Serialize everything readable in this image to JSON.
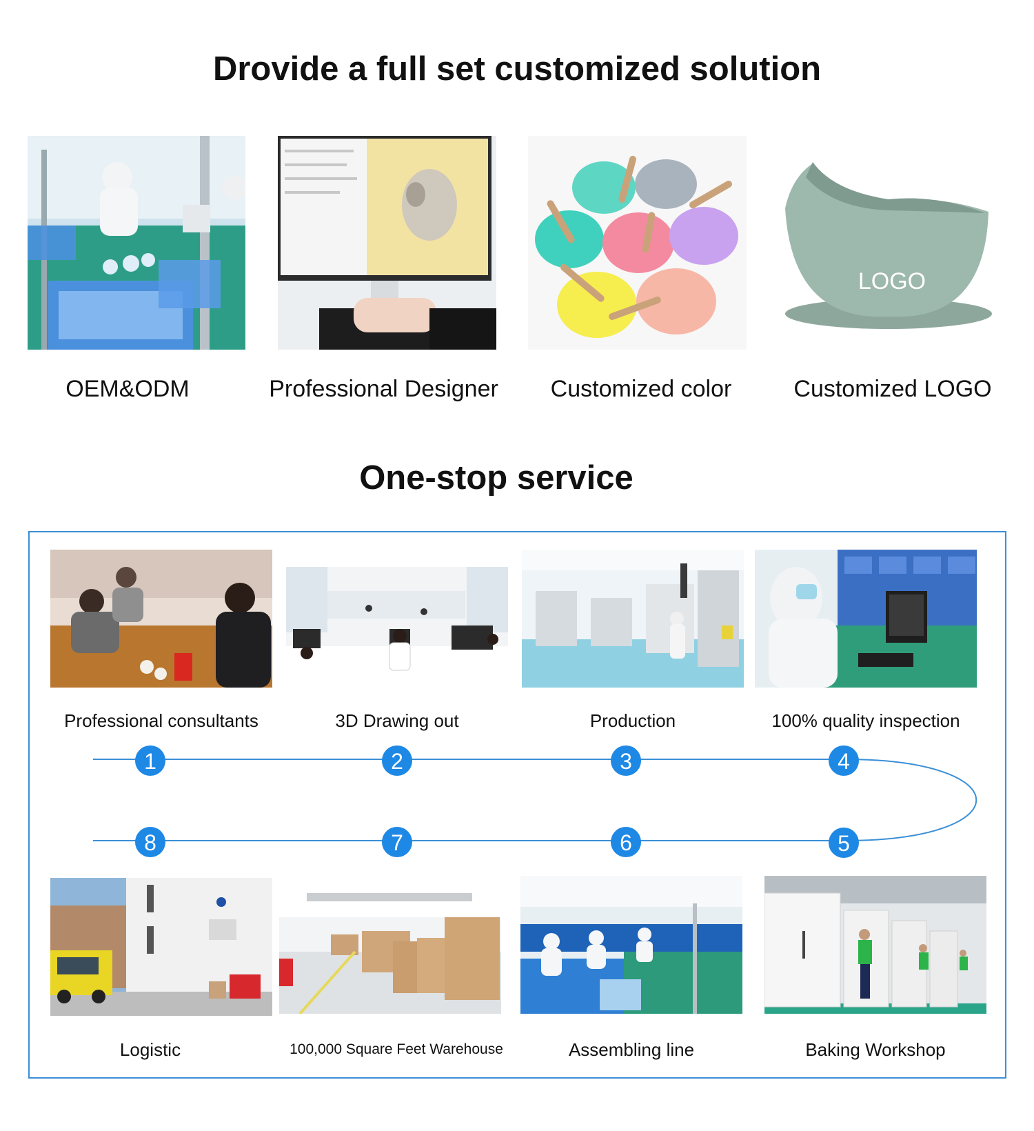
{
  "header": {
    "title": "Drovide a full set customized solution"
  },
  "solutions": [
    {
      "label": "OEM&ODM",
      "image": "factory-workers-photo"
    },
    {
      "label": "Professional Designer",
      "image": "designer-computer-photo"
    },
    {
      "label": "Customized color",
      "image": "colorful-bowls-photo"
    },
    {
      "label": "Customized LOGO",
      "image": "logo-bowl-photo"
    }
  ],
  "logo_bowl_text": "LOGO",
  "service": {
    "title": "One-stop service",
    "steps": [
      {
        "number": "1",
        "label": "Professional consultants"
      },
      {
        "number": "2",
        "label": "3D Drawing out"
      },
      {
        "number": "3",
        "label": "Production"
      },
      {
        "number": "4",
        "label": "100% quality inspection"
      },
      {
        "number": "5",
        "label": "Baking Workshop"
      },
      {
        "number": "6",
        "label": "Assembling line"
      },
      {
        "number": "7",
        "label": "100,000 Square Feet Warehouse"
      },
      {
        "number": "8",
        "label": "Logistic"
      }
    ]
  },
  "colors": {
    "accent_blue": "#1e88e5",
    "line_blue": "#3a8fd6",
    "text": "#111111"
  }
}
